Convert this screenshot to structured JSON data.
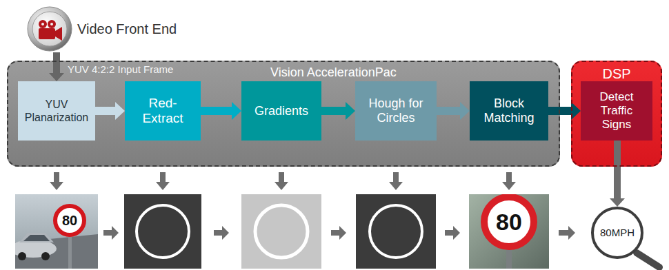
{
  "diagram": {
    "nodes": [
      {
        "text": [
          "Video Front End"
        ]
      },
      {
        "text": [
          "Vision AccelerationPac"
        ]
      },
      {
        "text": [
          "YUV Planarization"
        ],
        "in": 1
      },
      {
        "text": [
          "Red-Extract"
        ],
        "in": 1
      },
      {
        "text": [
          "Gradients"
        ],
        "in": 1
      },
      {
        "text": [
          "Hough for Circles"
        ],
        "in": 1
      },
      {
        "text": [
          "Block Matching"
        ],
        "in": 1
      },
      {
        "text": [
          "DSP"
        ]
      },
      {
        "text": [
          "Detect Traffic Signs"
        ],
        "in": 7
      },
      {
        "text": [
          "80MPH"
        ]
      }
    ],
    "edges": [
      {
        "from": 0,
        "to": 2,
        "label": "YUV 4:2:2 Input Frame",
        "arrow": "to"
      },
      {
        "from": 2,
        "to": 3,
        "arrow": "to"
      },
      {
        "from": 3,
        "to": 4,
        "arrow": "to"
      },
      {
        "from": 4,
        "to": 5,
        "arrow": "to"
      },
      {
        "from": 5,
        "to": 6,
        "arrow": "to"
      },
      {
        "from": 6,
        "to": 8,
        "arrow": "to"
      },
      {
        "from": 8,
        "to": 9,
        "arrow": "to"
      }
    ],
    "labels": [
      "80",
      "80"
    ]
  }
}
